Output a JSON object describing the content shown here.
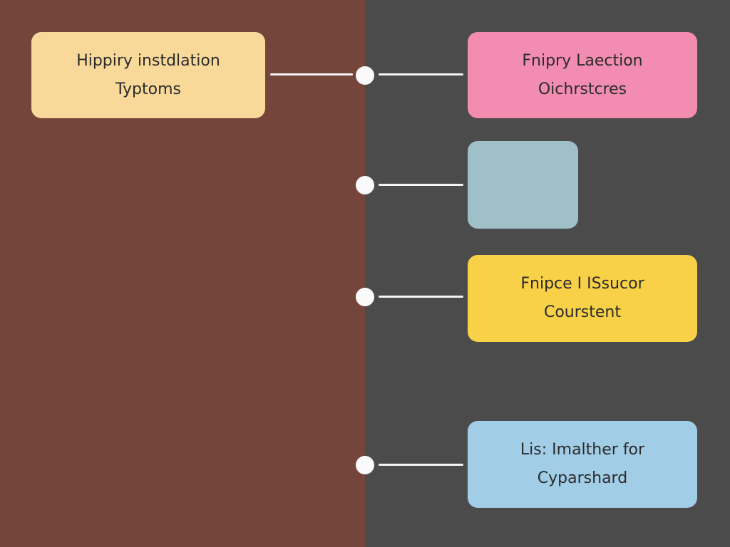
{
  "colors": {
    "left_panel_bg": "#75453b",
    "right_panel_bg": "#4b4b4c",
    "box_left": "#f8d99a",
    "box_pink": "#f28cb1",
    "box_gray_blue": "#9fc0c9",
    "box_yellow": "#f8d148",
    "box_light_blue": "#a1cde6"
  },
  "left_box": {
    "line1": "Hippiry instdlation",
    "line2": "Typtoms"
  },
  "right_boxes": [
    {
      "line1": "Fnipry Laection",
      "line2": "Oichrstcres"
    },
    {
      "line1": "",
      "line2": ""
    },
    {
      "line1": "Fnipce I ISsucor",
      "line2": "Courstent"
    },
    {
      "line1": "Lis: Imalther for",
      "line2": "Cyparshard"
    }
  ]
}
